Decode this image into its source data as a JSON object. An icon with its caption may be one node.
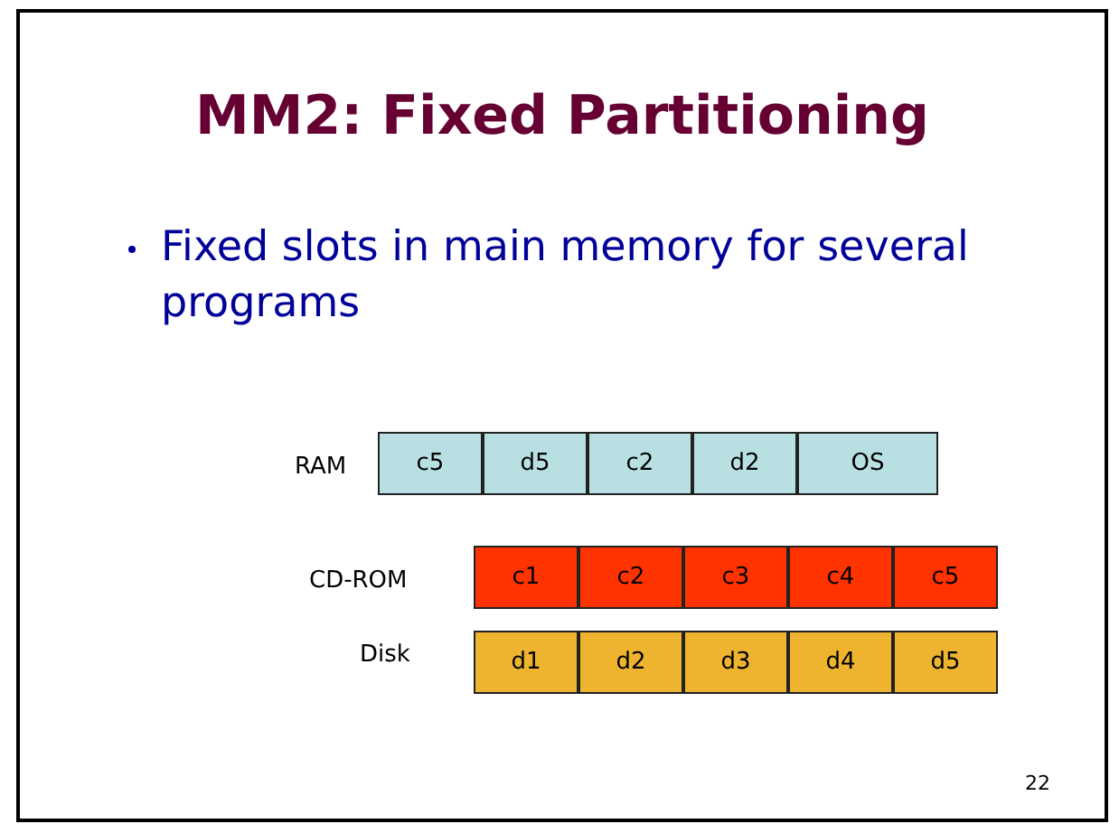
{
  "diagram": {
    "title": "MM2: Fixed Partitioning",
    "nodes": [
      {
        "text": [
          "c5"
        ]
      },
      {
        "text": [
          "d5"
        ]
      },
      {
        "text": [
          "c2"
        ]
      },
      {
        "text": [
          "d2"
        ]
      },
      {
        "text": [
          "OS"
        ]
      },
      {
        "text": [
          "c1"
        ]
      },
      {
        "text": [
          "c2"
        ]
      },
      {
        "text": [
          "c3"
        ]
      },
      {
        "text": [
          "c4"
        ]
      },
      {
        "text": [
          "c5"
        ]
      },
      {
        "text": [
          "d1"
        ]
      },
      {
        "text": [
          "d2"
        ]
      },
      {
        "text": [
          "d3"
        ]
      },
      {
        "text": [
          "d4"
        ]
      },
      {
        "text": [
          "d5"
        ]
      }
    ],
    "labels": [
      "Fixed slots in main memory for several programs",
      "RAM",
      "CD-ROM",
      "Disk",
      "22"
    ]
  }
}
